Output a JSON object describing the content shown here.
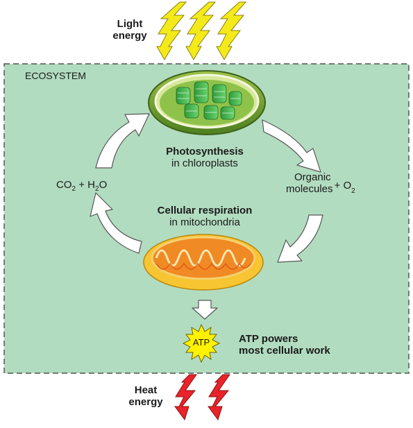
{
  "light_label": [
    "Light",
    "energy"
  ],
  "heat_label": [
    "Heat",
    "energy"
  ],
  "ecosystem_label": "ECOSYSTEM",
  "photosynthesis": {
    "title": "Photosynthesis",
    "subtitle": "in chloroplasts"
  },
  "respiration": {
    "title": "Cellular respiration",
    "subtitle": "in mitochondria"
  },
  "inputs": {
    "co2_base": "CO",
    "co2_sub": "2",
    "plus": "+",
    "h2o_base": "H",
    "h2o_sub": "2",
    "h2o_end": "O"
  },
  "outputs": {
    "line1": "Organic",
    "line2": "molecules",
    "plus_o": "+ O",
    "o_sub": "2"
  },
  "atp": {
    "badge": "ATP",
    "caption": [
      "ATP powers",
      "most cellular work"
    ]
  },
  "colors": {
    "ecosystem_fill": "#b2dcc0",
    "light_bolt": "#f4ea1a",
    "heat_bolt": "#e8232a",
    "chloroplast": "#5a9a2a",
    "thylakoid": "#3fae4a",
    "mitochondrion": "#f08a24",
    "mito_outer": "#f7c531",
    "atp_star": "#fff200"
  }
}
